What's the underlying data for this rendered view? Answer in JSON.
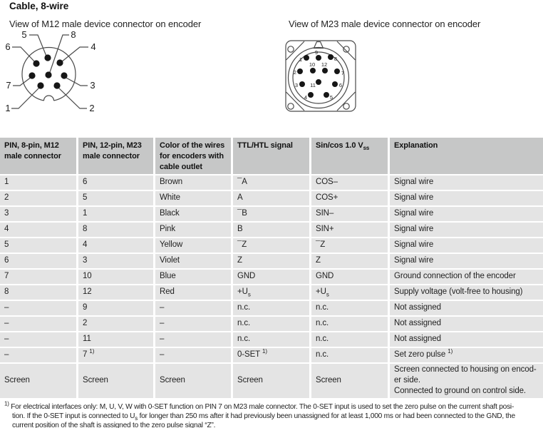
{
  "page": {
    "title": "Cable, 8-wire"
  },
  "diagrams": {
    "m12": {
      "caption": "View of M12 male device connector on encoder",
      "pins": [
        "5",
        "8",
        "6",
        "4",
        "7",
        "3",
        "1",
        "2"
      ]
    },
    "m23": {
      "caption": "View of M23 male device connector on encoder",
      "pins": [
        "9",
        "1",
        "8",
        "10",
        "12",
        "2",
        "7",
        "3",
        "11",
        "6",
        "4",
        "5"
      ]
    }
  },
  "table": {
    "columns": [
      "PIN, 8-pin, M12\nmale connector",
      "PIN, 12-pin, M23\nmale connector",
      "Color of the wires\nfor encoders with\ncable outlet",
      "TTL/HTL signal",
      "Sin/cos 1.0 V_{ss}",
      "Explanation"
    ],
    "rows": [
      [
        "1",
        "6",
        "Brown",
        "¯A",
        "COS–",
        "Signal wire"
      ],
      [
        "2",
        "5",
        "White",
        "A",
        "COS+",
        "Signal wire"
      ],
      [
        "3",
        "1",
        "Black",
        "¯B",
        "SIN–",
        "Signal wire"
      ],
      [
        "4",
        "8",
        "Pink",
        "B",
        "SIN+",
        "Signal wire"
      ],
      [
        "5",
        "4",
        "Yellow",
        "¯Z",
        "¯Z",
        "Signal wire"
      ],
      [
        "6",
        "3",
        "Violet",
        "Z",
        "Z",
        "Signal wire"
      ],
      [
        "7",
        "10",
        "Blue",
        "GND",
        "GND",
        "Ground connection of the encoder"
      ],
      [
        "8",
        "12",
        "Red",
        "+U_{s}",
        "+U_{s}",
        "Supply voltage (volt-free to housing)"
      ],
      [
        "–",
        "9",
        "–",
        "n.c.",
        "n.c.",
        "Not assigned"
      ],
      [
        "–",
        "2",
        "–",
        "n.c.",
        "n.c.",
        "Not assigned"
      ],
      [
        "–",
        "11",
        "–",
        "n.c.",
        "n.c.",
        "Not assigned"
      ],
      [
        "–",
        "7 ^{1)}",
        "–",
        "0-SET ^{1)}",
        "n.c.",
        "Set zero pulse ^{1)}"
      ],
      [
        "Screen",
        "Screen",
        "Screen",
        "Screen",
        "Screen",
        "Screen connected to housing on encod-\ner side.\nConnected to ground on control side."
      ]
    ]
  },
  "footnote": "^{1)} For electrical interfaces only: M, U, V, W with 0-SET function on PIN 7 on M23 male connector. The 0-SET input is used to set the zero pulse on the current shaft posi-\ntion. If the 0-SET input is connected to U_{s} for longer than 250 ms after it had previously been unassigned for at least 1,000 ms or had been connected to the GND, the\ncurrent position of the shaft is assigned to the zero pulse signal “Z”."
}
